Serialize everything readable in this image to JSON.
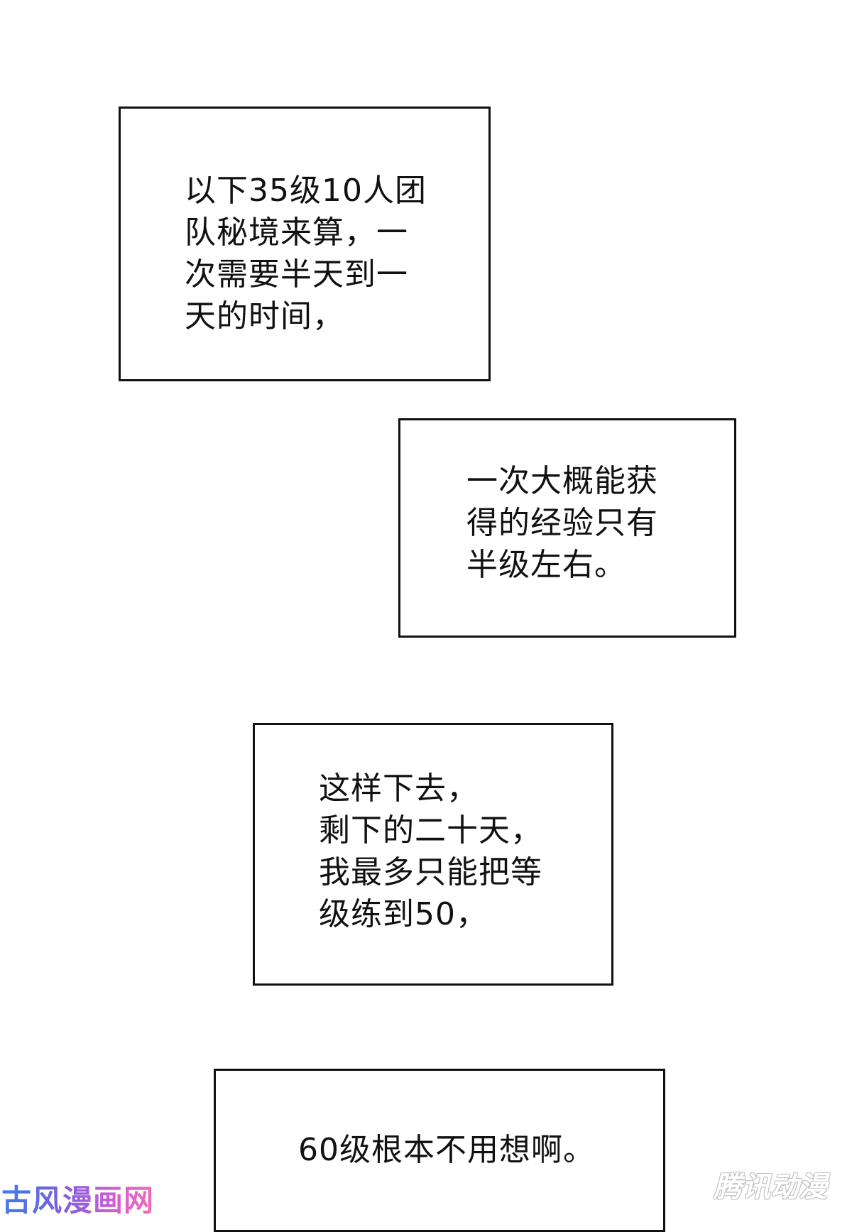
{
  "captions": [
    {
      "lines": [
        "以下35级10人团",
        "队秘境来算，一",
        "次需要半天到一",
        "天的时间，"
      ]
    },
    {
      "lines": [
        "一次大概能获",
        "得的经验只有",
        "半级左右。"
      ]
    },
    {
      "lines": [
        "这样下去，",
        "剩下的二十天，",
        "我最多只能把等",
        "级练到50，"
      ]
    },
    {
      "lines": [
        "60级根本不用想啊。"
      ]
    }
  ],
  "watermarks": {
    "left": "古风漫画网",
    "right": "腾讯动漫"
  },
  "colors": {
    "background": "#ffffff",
    "border": "#111111",
    "text": "#111111"
  }
}
